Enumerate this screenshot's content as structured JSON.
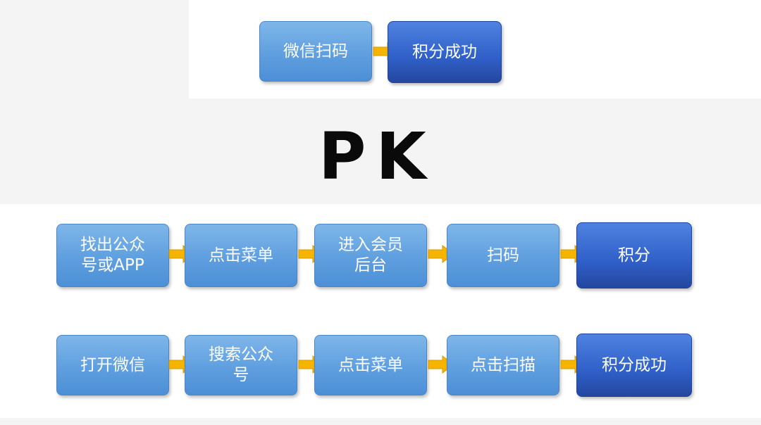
{
  "top_flow": [
    "微信扫码",
    "积分成功"
  ],
  "separator": "PK",
  "flow_1": [
    "找出公众\n号或APP",
    "点击菜单",
    "进入会员\n后台",
    "扫码",
    "积分"
  ],
  "flow_2": [
    "打开微信",
    "搜索公众\n号",
    "点击菜单",
    "点击扫描",
    "积分成功"
  ],
  "colors": {
    "step_box": "#6aa8e4",
    "final_box": "#2f5fc8",
    "arrow": "#f5b400",
    "text": "#ffffff"
  }
}
